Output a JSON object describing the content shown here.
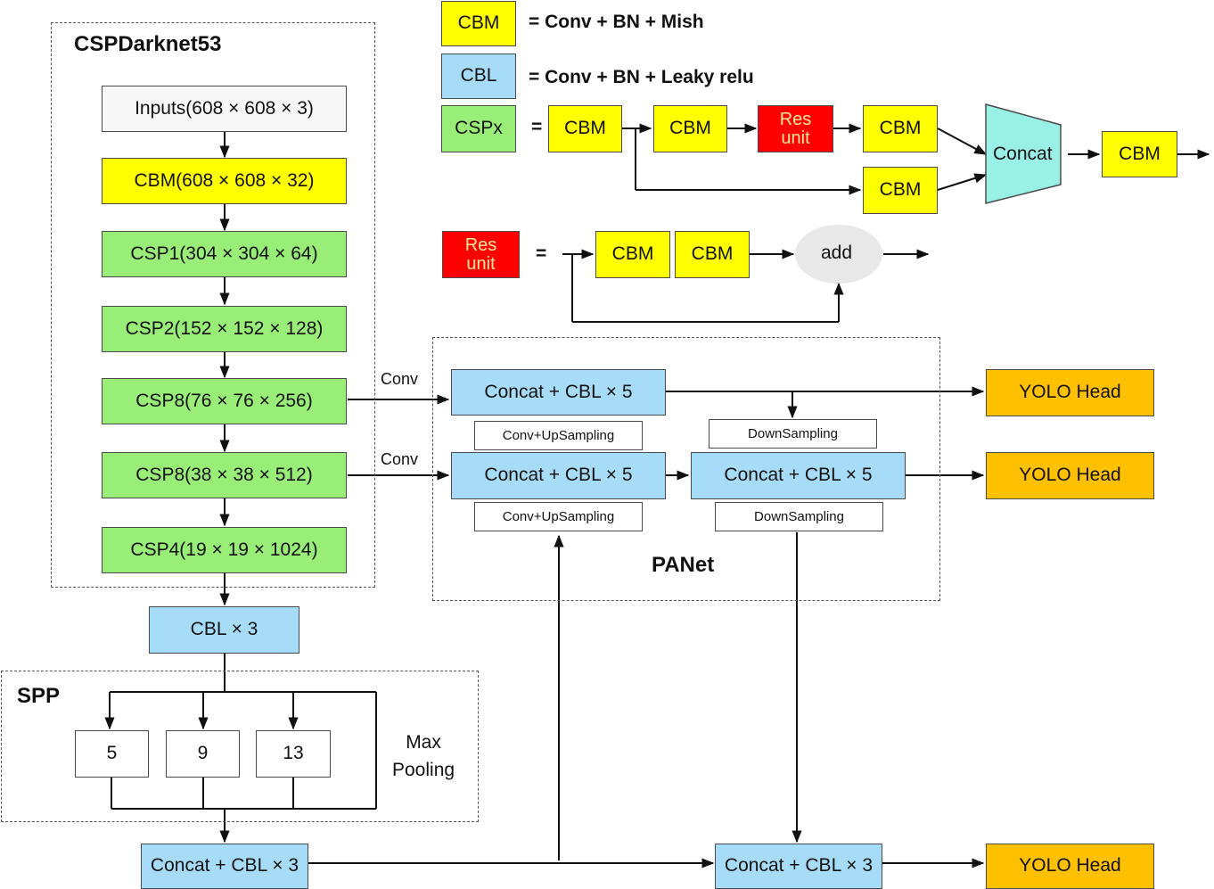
{
  "legend": {
    "cbm": "CBM",
    "cbm_def": "= Conv + BN + Mish",
    "cbl": "CBL",
    "cbl_def": "= Conv + BN + Leaky relu",
    "cspx": "CSPx",
    "res_unit_l1": "Res",
    "res_unit_l2": "unit",
    "equals": "=",
    "concat": "Concat",
    "add": "add"
  },
  "backbone": {
    "title": "CSPDarknet53",
    "blocks": [
      "Inputs(608 × 608 × 3)",
      "CBM(608 × 608 × 32)",
      "CSP1(304 × 304 × 64)",
      "CSP2(152 × 152 × 128)",
      "CSP8(76 × 76 × 256)",
      "CSP8(38 × 38 × 512)",
      "CSP4(19 × 19 × 1024)"
    ]
  },
  "neck": {
    "cbl3": "CBL × 3",
    "spp_title": "SPP",
    "pool_sizes": [
      "5",
      "9",
      "13"
    ],
    "max_pooling_l1": "Max",
    "max_pooling_l2": "Pooling",
    "concat_cbl3": "Concat + CBL × 3"
  },
  "panet": {
    "title": "PANet",
    "concat_cbl5": "Concat + CBL × 5",
    "conv": "Conv",
    "upsampling": "Conv+UpSampling",
    "downsampling": "DownSampling"
  },
  "heads": {
    "yolo_head": "YOLO Head"
  }
}
